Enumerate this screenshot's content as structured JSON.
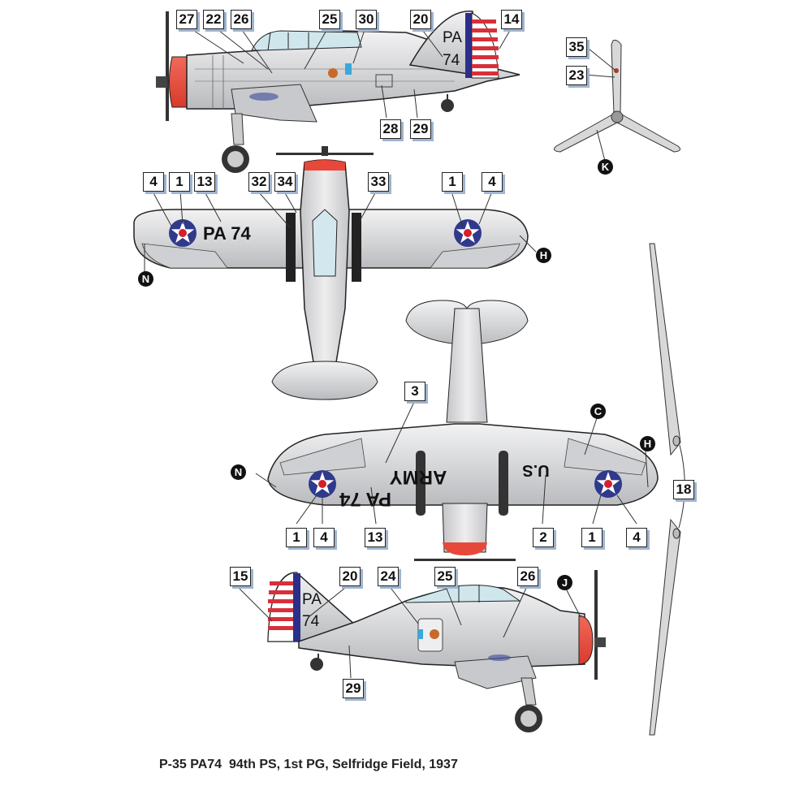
{
  "caption": "P-35 PA74  94th PS, 1st PG, Selfridge Field, 1937",
  "aircraft": {
    "type": "P-35",
    "code": "PA74",
    "fuselage_code_top": "PA",
    "fuselage_code_bottom": "74",
    "wing_code": "PA 74",
    "underwing_army": "ARMY",
    "underwing_us": "U.S",
    "underwing_code": "PA 74"
  },
  "colors": {
    "aluminium": "#d9dadc",
    "cowl_red": "#e8483a",
    "roundel_blue": "#2f3a8c",
    "roundel_red": "#d4202a",
    "rudder_blue": "#2c2f8a",
    "stripe_red": "#d8303a",
    "outline": "#222222",
    "callout_shadow": "#9fb4cf"
  },
  "views": {
    "left_side": {
      "callouts": [
        "27",
        "22",
        "26",
        "25",
        "30",
        "20",
        "14",
        "28",
        "29"
      ]
    },
    "propeller": {
      "callouts": [
        "35",
        "23"
      ],
      "letters": [
        "K"
      ]
    },
    "top": {
      "callouts": [
        "4",
        "1",
        "13",
        "32",
        "34",
        "33",
        "1",
        "4"
      ],
      "letters": [
        "N",
        "H"
      ]
    },
    "bottom": {
      "callouts": [
        "3",
        "1",
        "4",
        "13",
        "2",
        "1",
        "4"
      ],
      "letters": [
        "N",
        "C",
        "H"
      ]
    },
    "front_wing": {
      "callouts": [
        "18"
      ]
    },
    "right_side": {
      "callouts": [
        "15",
        "20",
        "24",
        "25",
        "26",
        "29"
      ],
      "letters": [
        "J"
      ]
    }
  },
  "labels": {
    "c27": "27",
    "c22": "22",
    "c26a": "26",
    "c25a": "25",
    "c30": "30",
    "c20a": "20",
    "c14": "14",
    "c28": "28",
    "c29a": "29",
    "c35": "35",
    "c23": "23",
    "lK": "K",
    "c4a": "4",
    "c1a": "1",
    "c13a": "13",
    "c32": "32",
    "c34": "34",
    "c33": "33",
    "c1b": "1",
    "c4b": "4",
    "lNa": "N",
    "lHa": "H",
    "c3": "3",
    "c1c": "1",
    "c4c": "4",
    "c13b": "13",
    "c2": "2",
    "c1d": "1",
    "c4d": "4",
    "lNb": "N",
    "lC": "C",
    "lHb": "H",
    "c18": "18",
    "c15": "15",
    "c20b": "20",
    "c24": "24",
    "c25b": "25",
    "c26b": "26",
    "c29b": "29",
    "lJ": "J"
  }
}
